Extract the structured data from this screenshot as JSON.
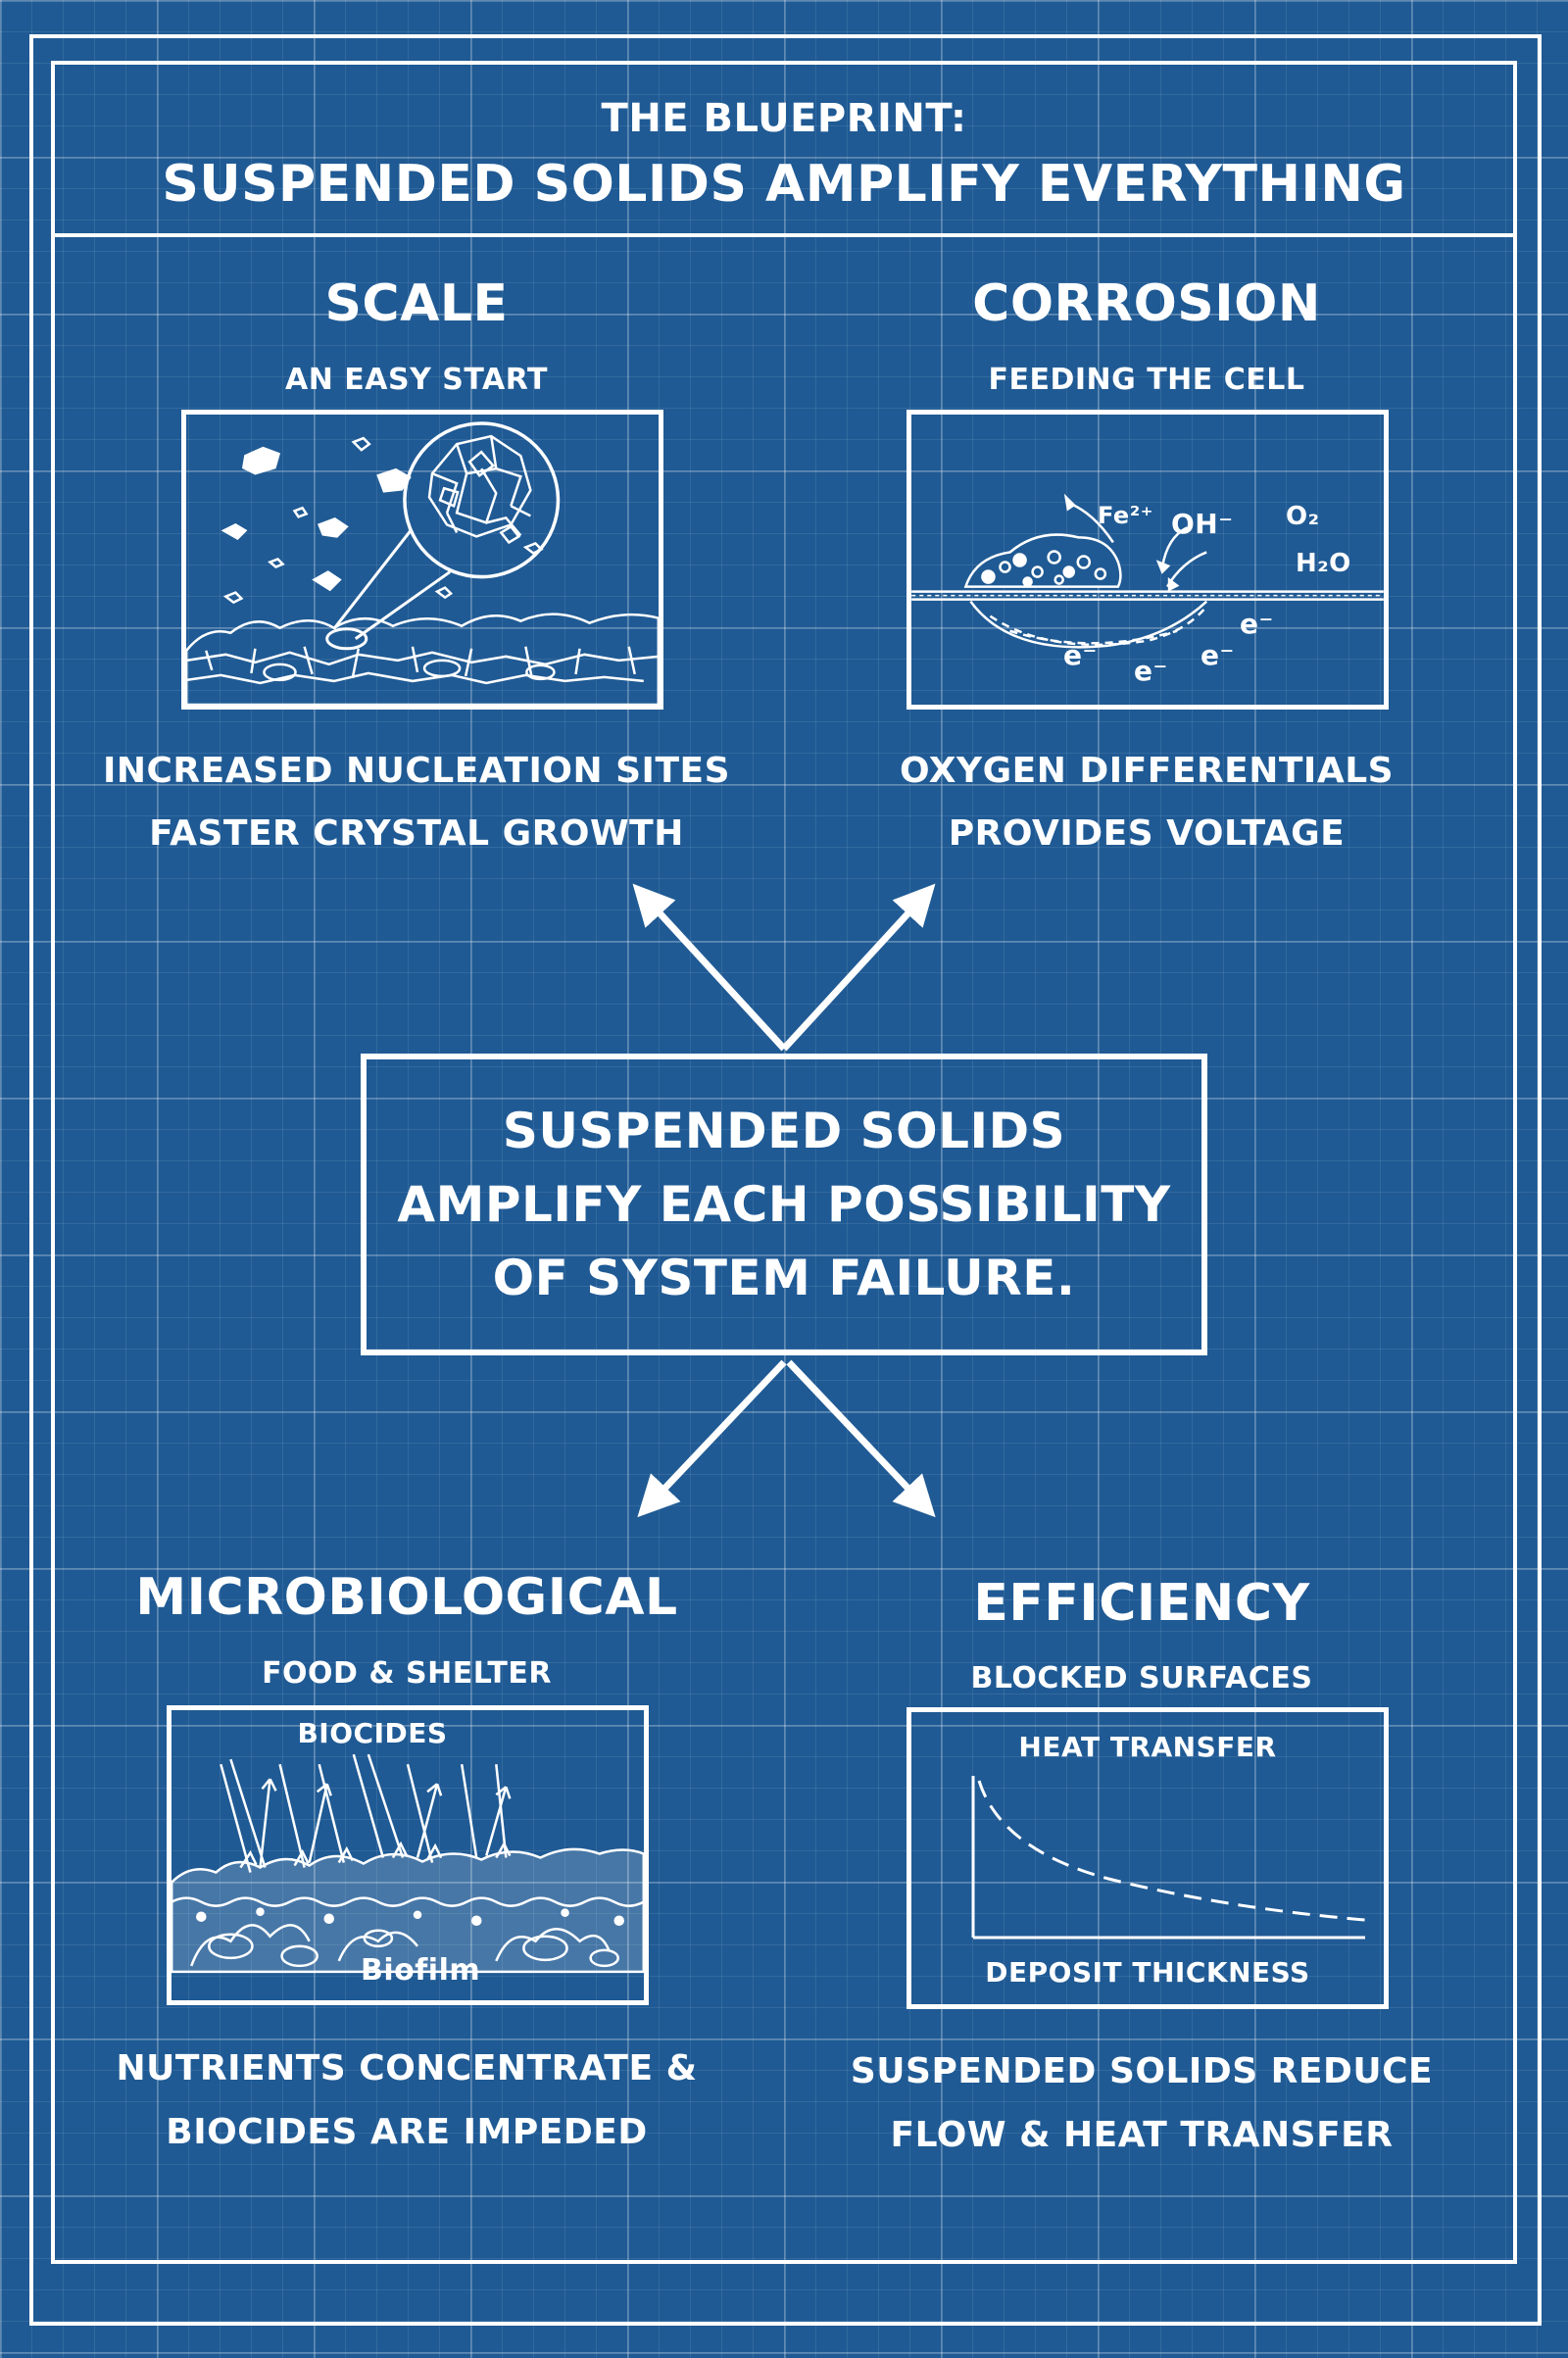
{
  "title": {
    "line1": "THE BLUEPRINT:",
    "line2": "SUSPENDED SOLIDS AMPLIFY EVERYTHING"
  },
  "center": {
    "line1": "SUSPENDED SOLIDS",
    "line2": "AMPLIFY EACH POSSIBILITY",
    "line3": "OF SYSTEM FAILURE."
  },
  "scale": {
    "heading": "SCALE",
    "subheading": "AN EASY START",
    "desc1": "INCREASED NUCLEATION SITES",
    "desc2": "FASTER CRYSTAL GROWTH"
  },
  "corrosion": {
    "heading": "CORROSION",
    "subheading": "FEEDING THE CELL",
    "desc1": "OXYGEN DIFFERENTIALS",
    "desc2": "PROVIDES VOLTAGE",
    "labels": {
      "fe": "Fe²⁺",
      "oh": "OH⁻",
      "o2": "O₂",
      "h2o": "H₂O",
      "electron": "e⁻"
    }
  },
  "micro": {
    "heading": "MICROBIOLOGICAL",
    "subheading": "FOOD & SHELTER",
    "biocides_label": "BIOCIDES",
    "biofilm_label": "Biofilm",
    "desc1": "NUTRIENTS CONCENTRATE &",
    "desc2": "BIOCIDES ARE IMPEDED"
  },
  "efficiency": {
    "heading": "EFFICIENCY",
    "subheading": "BLOCKED SURFACES",
    "y_label": "HEAT TRANSFER",
    "x_label": "DEPOSIT THICKNESS",
    "desc1": "SUSPENDED SOLIDS REDUCE",
    "desc2": "FLOW & HEAT TRANSFER"
  },
  "colors": {
    "background": "#1f5a94",
    "lines": "#ffffff"
  }
}
